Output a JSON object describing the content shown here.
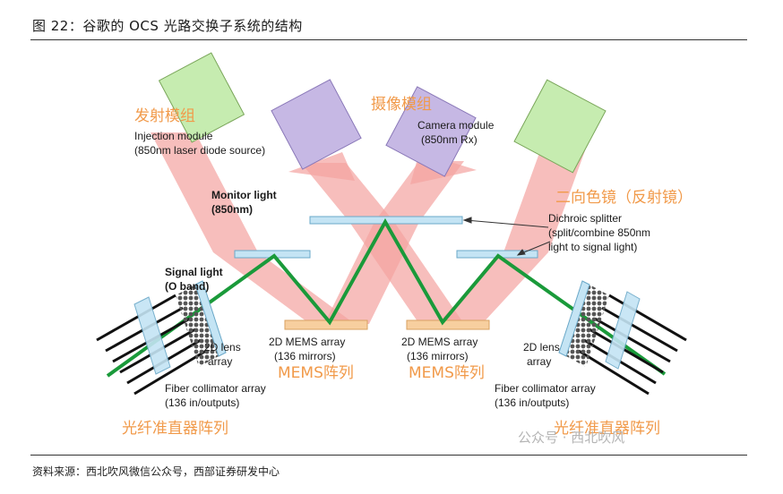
{
  "figure": {
    "title": "图 22：谷歌的 OCS 光路交换子系统的结构",
    "source": "资料来源：西北吹风微信公众号，西部证券研发中心",
    "watermark": "公众号 · 西北吹风"
  },
  "labels": {
    "injection_cn": "发射模组",
    "injection_en1": "Injection module",
    "injection_en2": "(850nm laser diode source)",
    "camera_cn": "摄像模组",
    "camera_en1": "Camera module",
    "camera_en2": "(850nm Rx)",
    "dichroic_cn": "二向色镜（反射镜）",
    "dichroic_en1": "Dichroic splitter",
    "dichroic_en2": "(split/combine 850nm",
    "dichroic_en3": "light to signal light)",
    "monitor1": "Monitor light",
    "monitor2": "(850nm)",
    "signal1": "Signal light",
    "signal2": "(O band)",
    "mems_left1": "2D MEMS array",
    "mems_left2": "(136 mirrors)",
    "mems_left_cn": "MEMS阵列",
    "mems_right1": "2D MEMS array",
    "mems_right2": "(136 mirrors)",
    "mems_right_cn": "MEMS阵列",
    "lens_left1": "2D lens",
    "lens_left2": "array",
    "lens_right1": "2D lens",
    "lens_right2": "array",
    "fiber_left1": "Fiber collimator array",
    "fiber_left2": "(136 in/outputs)",
    "fiber_left_cn": "光纤准直器阵列",
    "fiber_right1": "Fiber collimator array",
    "fiber_right2": "(136 in/outputs)",
    "fiber_right_cn": "光纤准直器阵列"
  },
  "colors": {
    "beam_red": "#f4a3a0",
    "signal_green": "#1a9a3a",
    "injection_box": "#c6ecb0",
    "camera_box": "#c6b8e4",
    "splitter": "#c4e4f4",
    "mems": "#f7cf9f",
    "orange_text": "#f19a4a"
  }
}
